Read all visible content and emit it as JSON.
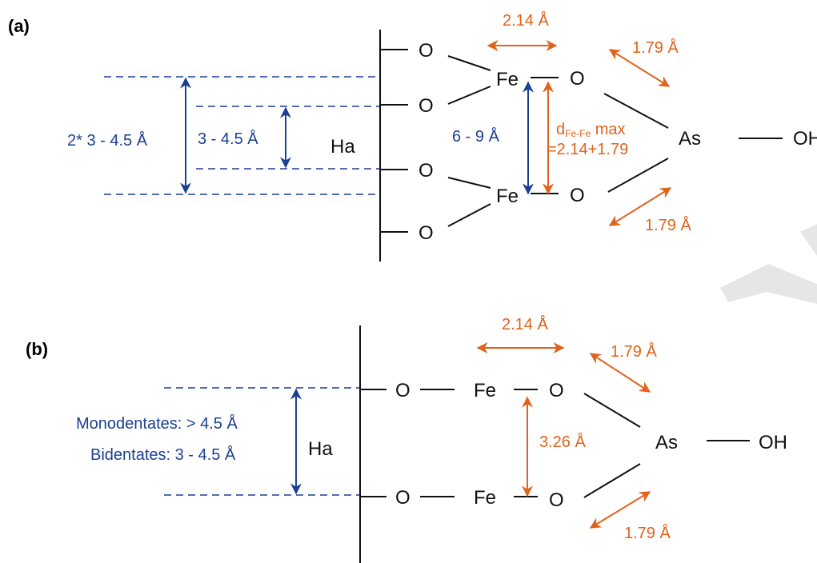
{
  "colors": {
    "bond": "#111111",
    "distance_blue": "#1c3f94",
    "distance_orange": "#e0621b",
    "watermark": "#e6e6e6"
  },
  "panel_a": {
    "label": "(a)",
    "oxygen": "O",
    "iron": "Fe",
    "arsenic": "As",
    "hydroxyl": "OH",
    "surface": "Ha",
    "d_fe_o": "2.14 Å",
    "d_as_o_top": "1.79 Å",
    "d_as_o_bottom": "1.79 Å",
    "d_fe_fe": "6 - 9 Å",
    "d_max_prefix": "d",
    "d_max_sub": "Fe-Fe",
    "d_max_suffix": " max",
    "d_max_sum": "=2.14+1.79",
    "d_outer": "2* 3 - 4.5 Å",
    "d_inner": "3 - 4.5 Å"
  },
  "panel_b": {
    "label": "(b)",
    "oxygen": "O",
    "iron": "Fe",
    "arsenic": "As",
    "hydroxyl": "OH",
    "surface": "Ha",
    "d_fe_o": "2.14 Å",
    "d_as_o_top": "1.79 Å",
    "d_as_o_bottom": "1.79 Å",
    "d_fe_fe": "3.26 Å",
    "monodentates": "Monodentates: > 4.5 Å",
    "bidentates": "Bidentates: 3 - 4.5 Å"
  }
}
